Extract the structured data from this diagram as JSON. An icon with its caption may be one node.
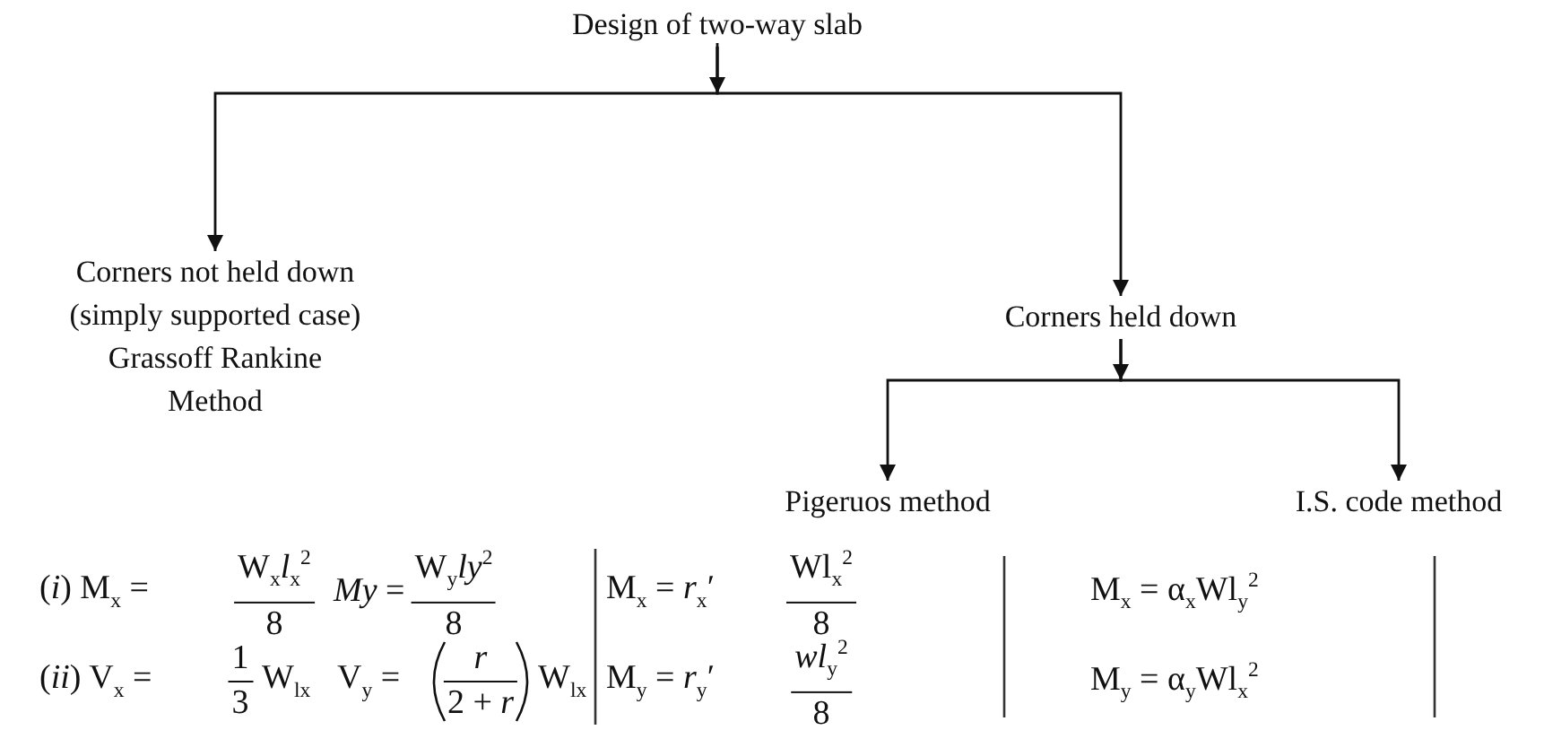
{
  "diagram": {
    "nodes": [
      {
        "text": [
          "Design of two-way slab"
        ]
      },
      {
        "text": [
          "Corners not held down (simply supported case) Grassoff Rankine Method"
        ]
      },
      {
        "text": [
          "Corners held down"
        ]
      },
      {
        "text": [
          "Pigeruos method"
        ]
      },
      {
        "text": [
          "I.S. code method"
        ]
      }
    ],
    "edges": [
      {
        "from": 0,
        "to": 1,
        "arrow": "to"
      },
      {
        "from": 0,
        "to": 2,
        "arrow": "to"
      },
      {
        "from": 2,
        "to": 3,
        "arrow": "to"
      },
      {
        "from": 2,
        "to": 4,
        "arrow": "to"
      }
    ],
    "labels": [
      "(*i*) M$_{x}$ =",
      "W$_{x}$*l*$_{x}$$^{2}$",
      "8",
      "*My* =",
      "W$_{y}$*ly*$^{2}$",
      "8",
      "M$_{x}$ = *r*$_{x}$′",
      "Wl$_{x}$$^{2}$",
      "8",
      "M$_{x}$ = α$_{x}$Wl$_{y}$$^{2}$",
      "(*ii*) V$_{x}$ =",
      "1",
      "3",
      "W$_{lx}$",
      "V$_{y}$ =",
      "*r*",
      "2 + *r*",
      "W$_{lx}$",
      "M$_{y}$ = *r*$_{y}$′",
      "*wl*$_{y}$$^{2}$",
      "8",
      "M$_{y}$ = α$_{y}$Wl$_{x}$$^{2}$"
    ]
  }
}
